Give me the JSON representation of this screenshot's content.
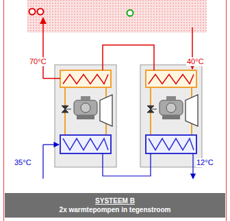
{
  "diagram": {
    "nodes": [
      {
        "text": [
          "SYSTEEM B",
          "2x warmtepompen in tegenstroom"
        ]
      }
    ],
    "labels": [
      "70°C",
      "40°C",
      "35°C",
      "12°C"
    ]
  }
}
